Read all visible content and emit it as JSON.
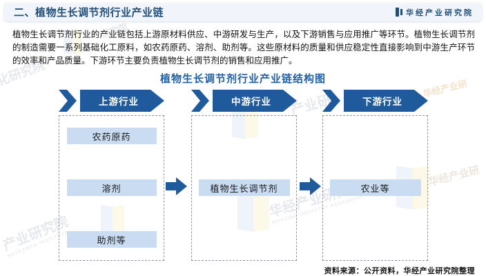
{
  "header": {
    "title": "二、植物生长调节剂行业产业链",
    "logo_text": "华经产业研究院"
  },
  "intro": "植物生长调节剂行业的产业链包括上游原材料供应、中游研发与生产，以及下游销售与应用推广等环节。植物生长调节剂的制造需要一系列基础化工原料，如农药原药、溶剂、助剂等。这些原材料的质量和供应稳定性直接影响到中游生产环节的效率和产品质量。下游环节主要负责植物生长调节剂的销售和应用推广。",
  "diagram": {
    "title": "植物生长调节剂行业产业链结构图",
    "columns": [
      {
        "banner": "上游行业",
        "items": [
          "农药原药",
          "溶剂",
          "助剂等"
        ]
      },
      {
        "banner": "中游行业",
        "items": [
          "植物生长调节剂"
        ]
      },
      {
        "banner": "下游行业",
        "items": [
          "农业等"
        ]
      }
    ]
  },
  "footer": {
    "source": "资料来源：公开资料，华经产业研究院整理"
  },
  "watermarks": {
    "w1": "化研究院",
    "w2": "研究院",
    "w3": "产业研究院",
    "w3_en": "RESEARCH INSTITUTE",
    "w4": "华经产业研究院",
    "w4_en": "HUAJING INDUSTRY RESEARCH",
    "w5": "产业研",
    "w6": "华经产业研",
    "w7": "华经产业研"
  },
  "colors": {
    "banner_blue": "#1f5a9d",
    "node_blue": "#c9dcf2",
    "header_text_blue": "#1f4e79",
    "diagram_title_blue": "#2161a8",
    "header_band_bg": "#f1f4fa"
  }
}
